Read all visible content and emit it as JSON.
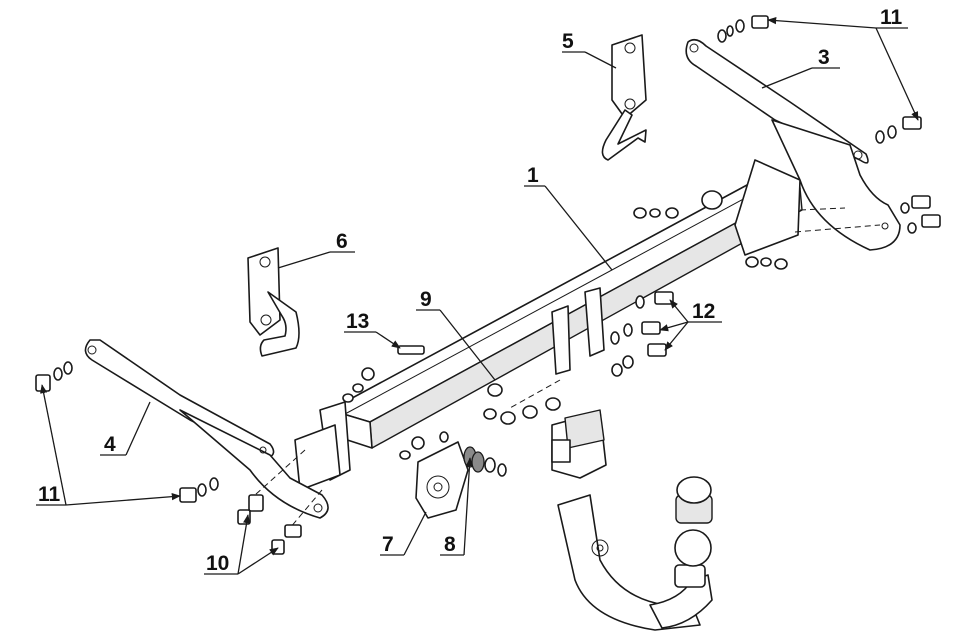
{
  "callouts": {
    "c1": "1",
    "c3": "3",
    "c4": "4",
    "c5": "5",
    "c6": "6",
    "c7": "7",
    "c8": "8",
    "c9": "9",
    "c10": "10",
    "c11_top": "11",
    "c11_left": "11",
    "c12": "12",
    "c13": "13"
  },
  "colors": {
    "line": "#1a1a1a",
    "background": "#ffffff"
  }
}
